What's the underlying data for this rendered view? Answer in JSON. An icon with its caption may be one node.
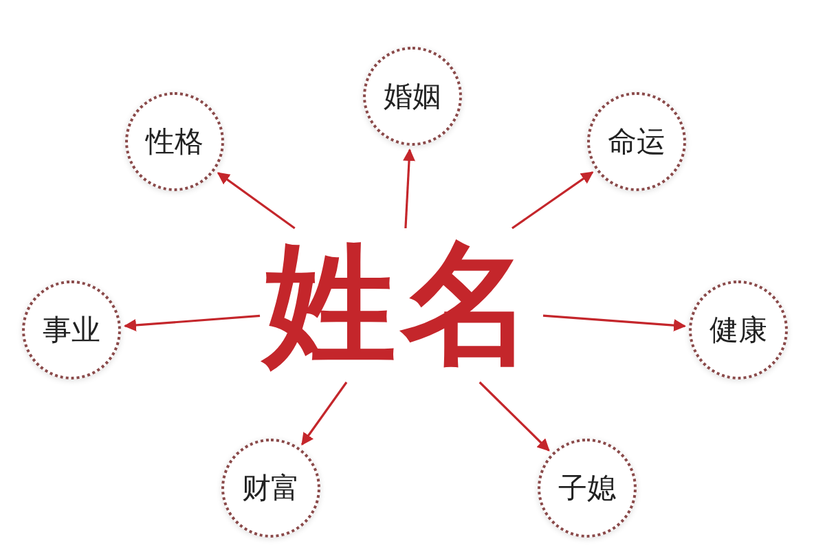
{
  "diagram": {
    "nodes": [
      {
        "text": [
          "姓名"
        ]
      },
      {
        "text": [
          "婚姻"
        ]
      },
      {
        "text": [
          "性格"
        ]
      },
      {
        "text": [
          "命运"
        ]
      },
      {
        "text": [
          "事业"
        ]
      },
      {
        "text": [
          "健康"
        ]
      },
      {
        "text": [
          "财富"
        ]
      },
      {
        "text": [
          "子媳"
        ]
      }
    ],
    "edges": [
      {
        "from": 0,
        "to": 1,
        "arrow": "to"
      },
      {
        "from": 0,
        "to": 2,
        "arrow": "to"
      },
      {
        "from": 0,
        "to": 3,
        "arrow": "to"
      },
      {
        "from": 0,
        "to": 4,
        "arrow": "to"
      },
      {
        "from": 0,
        "to": 5,
        "arrow": "to"
      },
      {
        "from": 0,
        "to": 6,
        "arrow": "to"
      },
      {
        "from": 0,
        "to": 7,
        "arrow": "to"
      }
    ]
  }
}
